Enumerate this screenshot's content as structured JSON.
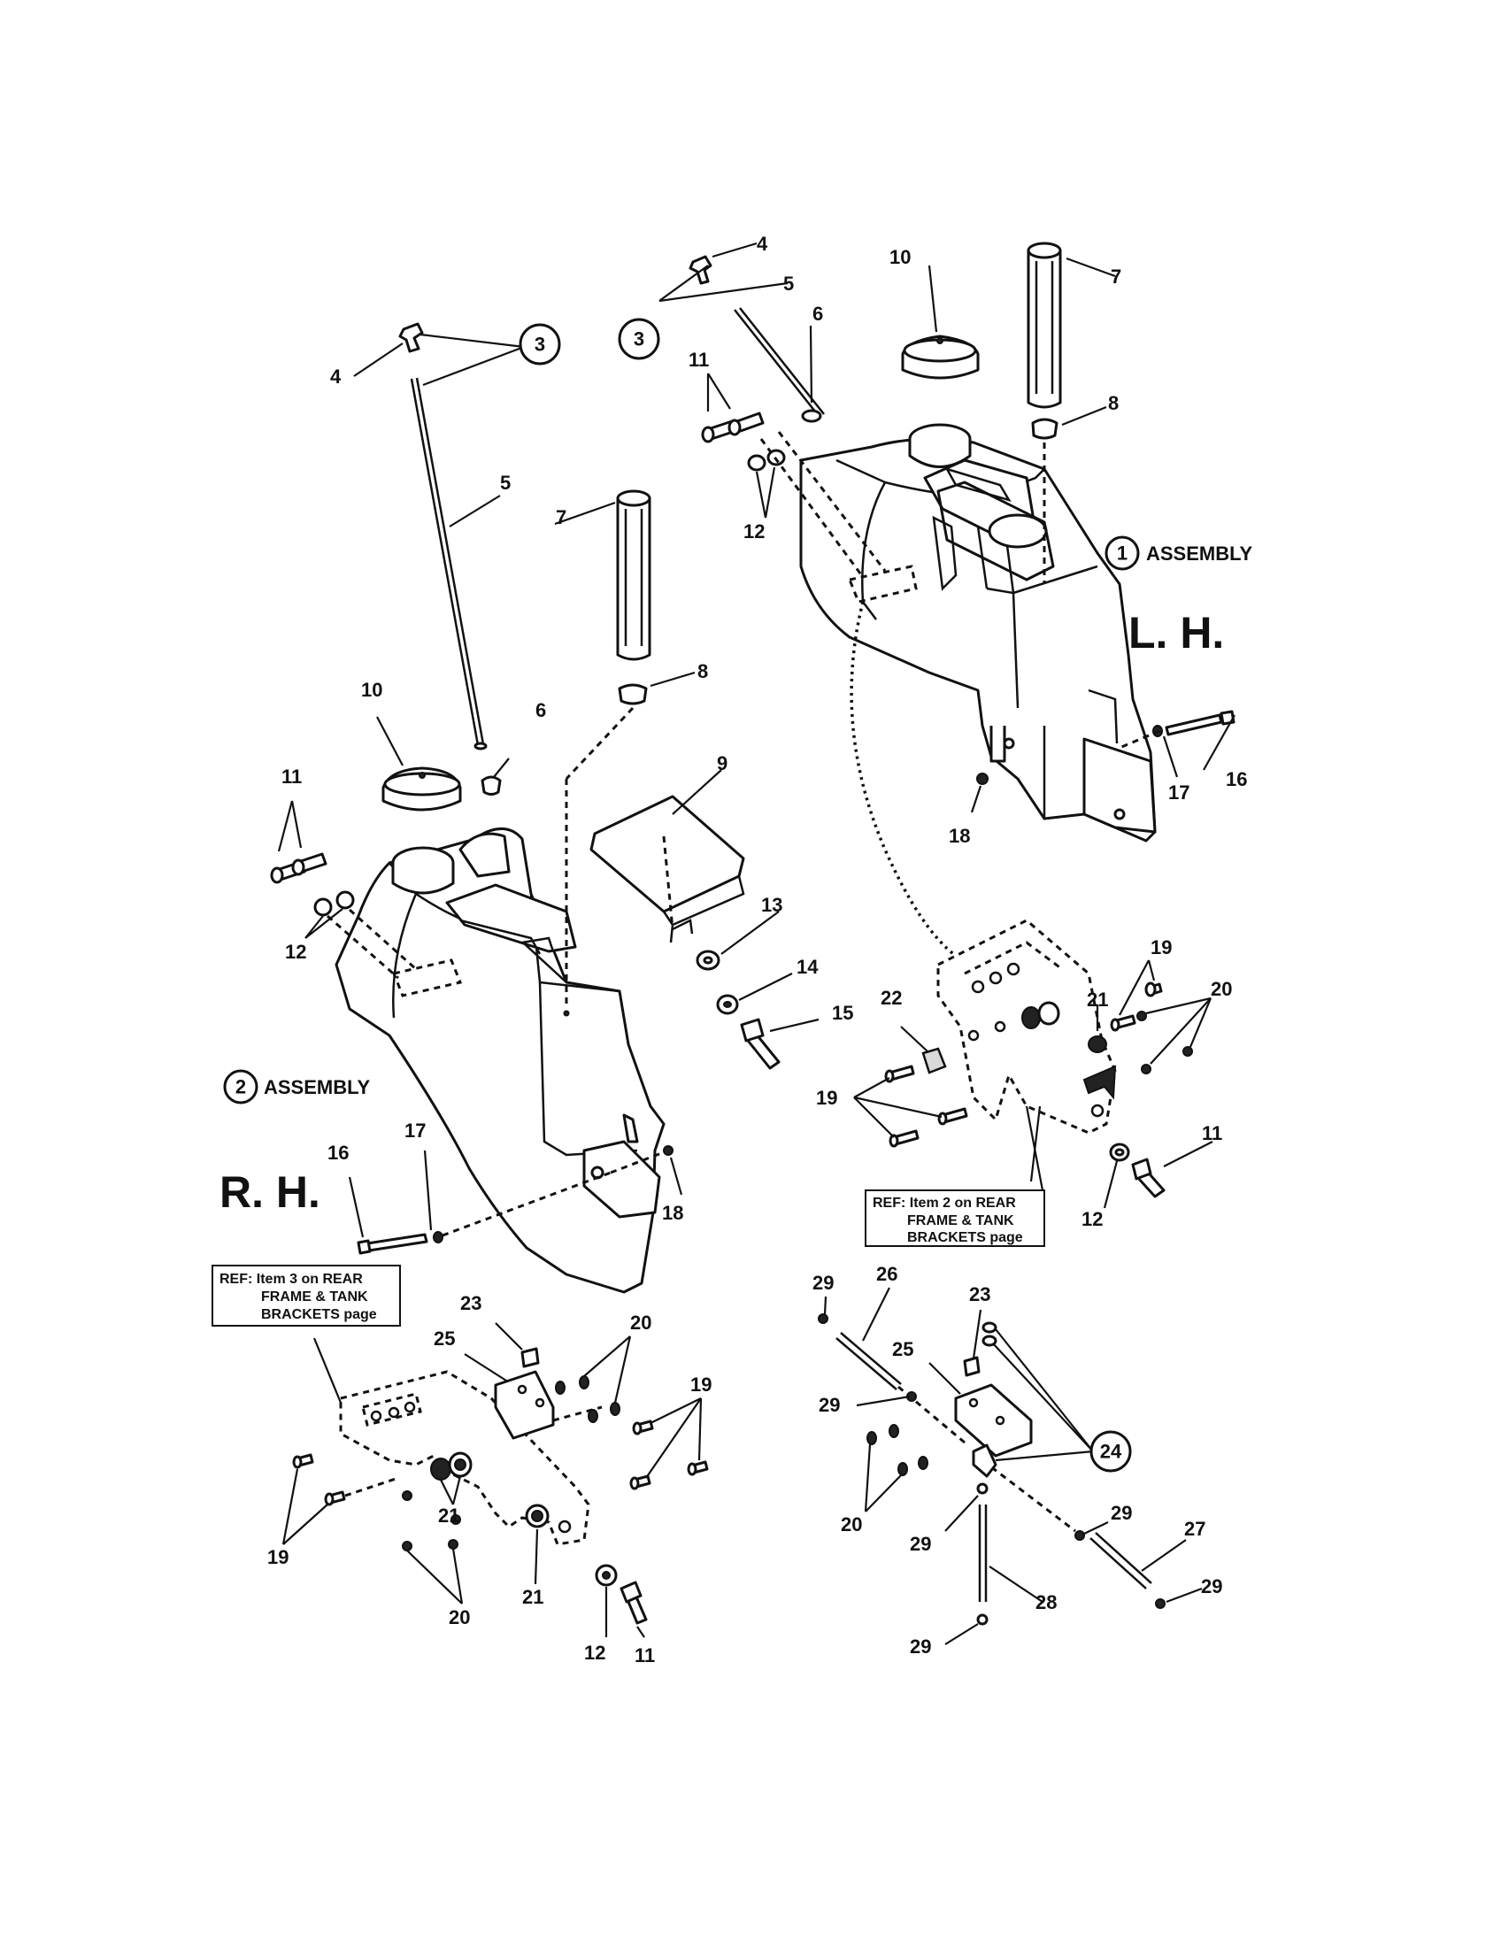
{
  "side_labels": {
    "left_hand": "L. H.",
    "right_hand": "R. H."
  },
  "assemblies": {
    "lh": {
      "number": "1",
      "label": "ASSEMBLY"
    },
    "rh": {
      "number": "2",
      "label": "ASSEMBLY"
    }
  },
  "ref_notes": {
    "lh": {
      "lines": [
        "REF: Item 2 on REAR",
        "FRAME & TANK",
        "BRACKETS page"
      ]
    },
    "rh": {
      "lines": [
        "REF: Item 3 on REAR",
        "FRAME & TANK",
        "BRACKETS page"
      ]
    }
  },
  "callouts": {
    "circled": {
      "c3a": "3",
      "c3b": "3",
      "c24": "24"
    },
    "lh": {
      "n4": "4",
      "n5": "5",
      "n6": "6",
      "n10": "10",
      "n7": "7",
      "n8": "8",
      "n11": "11",
      "n12": "12",
      "n16": "16",
      "n17": "17",
      "n18": "18",
      "n19a": "19",
      "n19b": "19",
      "n20": "20",
      "n21": "21",
      "n22": "22",
      "n11b": "11",
      "n12b": "12"
    },
    "rh": {
      "n4": "4",
      "n5": "5",
      "n7": "7",
      "n8": "8",
      "n9": "9",
      "n10": "10",
      "n6": "6",
      "n11": "11",
      "n12": "12",
      "n13": "13",
      "n14": "14",
      "n15": "15",
      "n16": "16",
      "n17": "17",
      "n18": "18"
    },
    "lower_rh": {
      "n23": "23",
      "n25": "25",
      "n20a": "20",
      "n19a": "19",
      "n19b": "19",
      "n21a": "21",
      "n21b": "21",
      "n20b": "20",
      "n12": "12",
      "n11": "11"
    },
    "lower_lh": {
      "n29a": "29",
      "n26": "26",
      "n23": "23",
      "n25": "25",
      "n29b": "29",
      "n20": "20",
      "n29c": "29",
      "n29d": "29",
      "n27": "27",
      "n29e": "29",
      "n28": "28",
      "n29f": "29"
    }
  }
}
